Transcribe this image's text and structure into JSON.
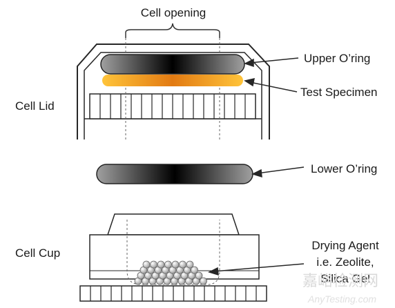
{
  "labels": {
    "cell_opening": "Cell opening",
    "upper_oring": "Upper O’ring",
    "test_specimen": "Test Specimen",
    "cell_lid": "Cell Lid",
    "lower_oring": "Lower O’ring",
    "cell_cup": "Cell Cup",
    "drying_line1": "Drying Agent",
    "drying_line2": "i.e. Zeolite,",
    "drying_line3": "Silica Gel"
  },
  "watermark": {
    "cn": "嘉峪检测网",
    "en": "AnyTesting.com"
  },
  "colors": {
    "line": "#262626",
    "oring_dark": "#0a0a0a",
    "oring_light": "#9a9a9a",
    "specimen_orange": "#e07a10",
    "specimen_yellow": "#ffbf30",
    "bead_fill": "#d8d8d8"
  }
}
